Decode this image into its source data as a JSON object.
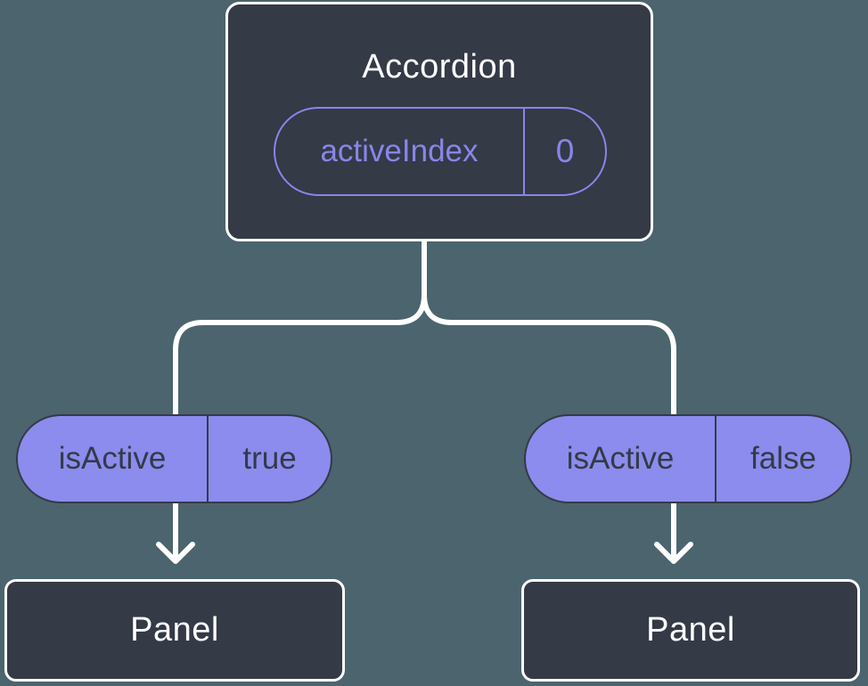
{
  "diagram": {
    "root_node": {
      "title": "Accordion",
      "prop_name": "activeIndex",
      "prop_value": "0"
    },
    "branches": [
      {
        "prop_name": "isActive",
        "prop_value": "true",
        "child_title": "Panel"
      },
      {
        "prop_name": "isActive",
        "prop_value": "false",
        "child_title": "Panel"
      }
    ],
    "colors": {
      "background": "#4c646e",
      "node_fill": "#343a46",
      "node_border": "#ffffff",
      "node_text": "#ffffff",
      "pill_fill": "#8b8cee",
      "pill_border": "#343a46",
      "pill_text": "#343a46",
      "accent_purple": "#8886e8",
      "connector": "#ffffff"
    }
  }
}
